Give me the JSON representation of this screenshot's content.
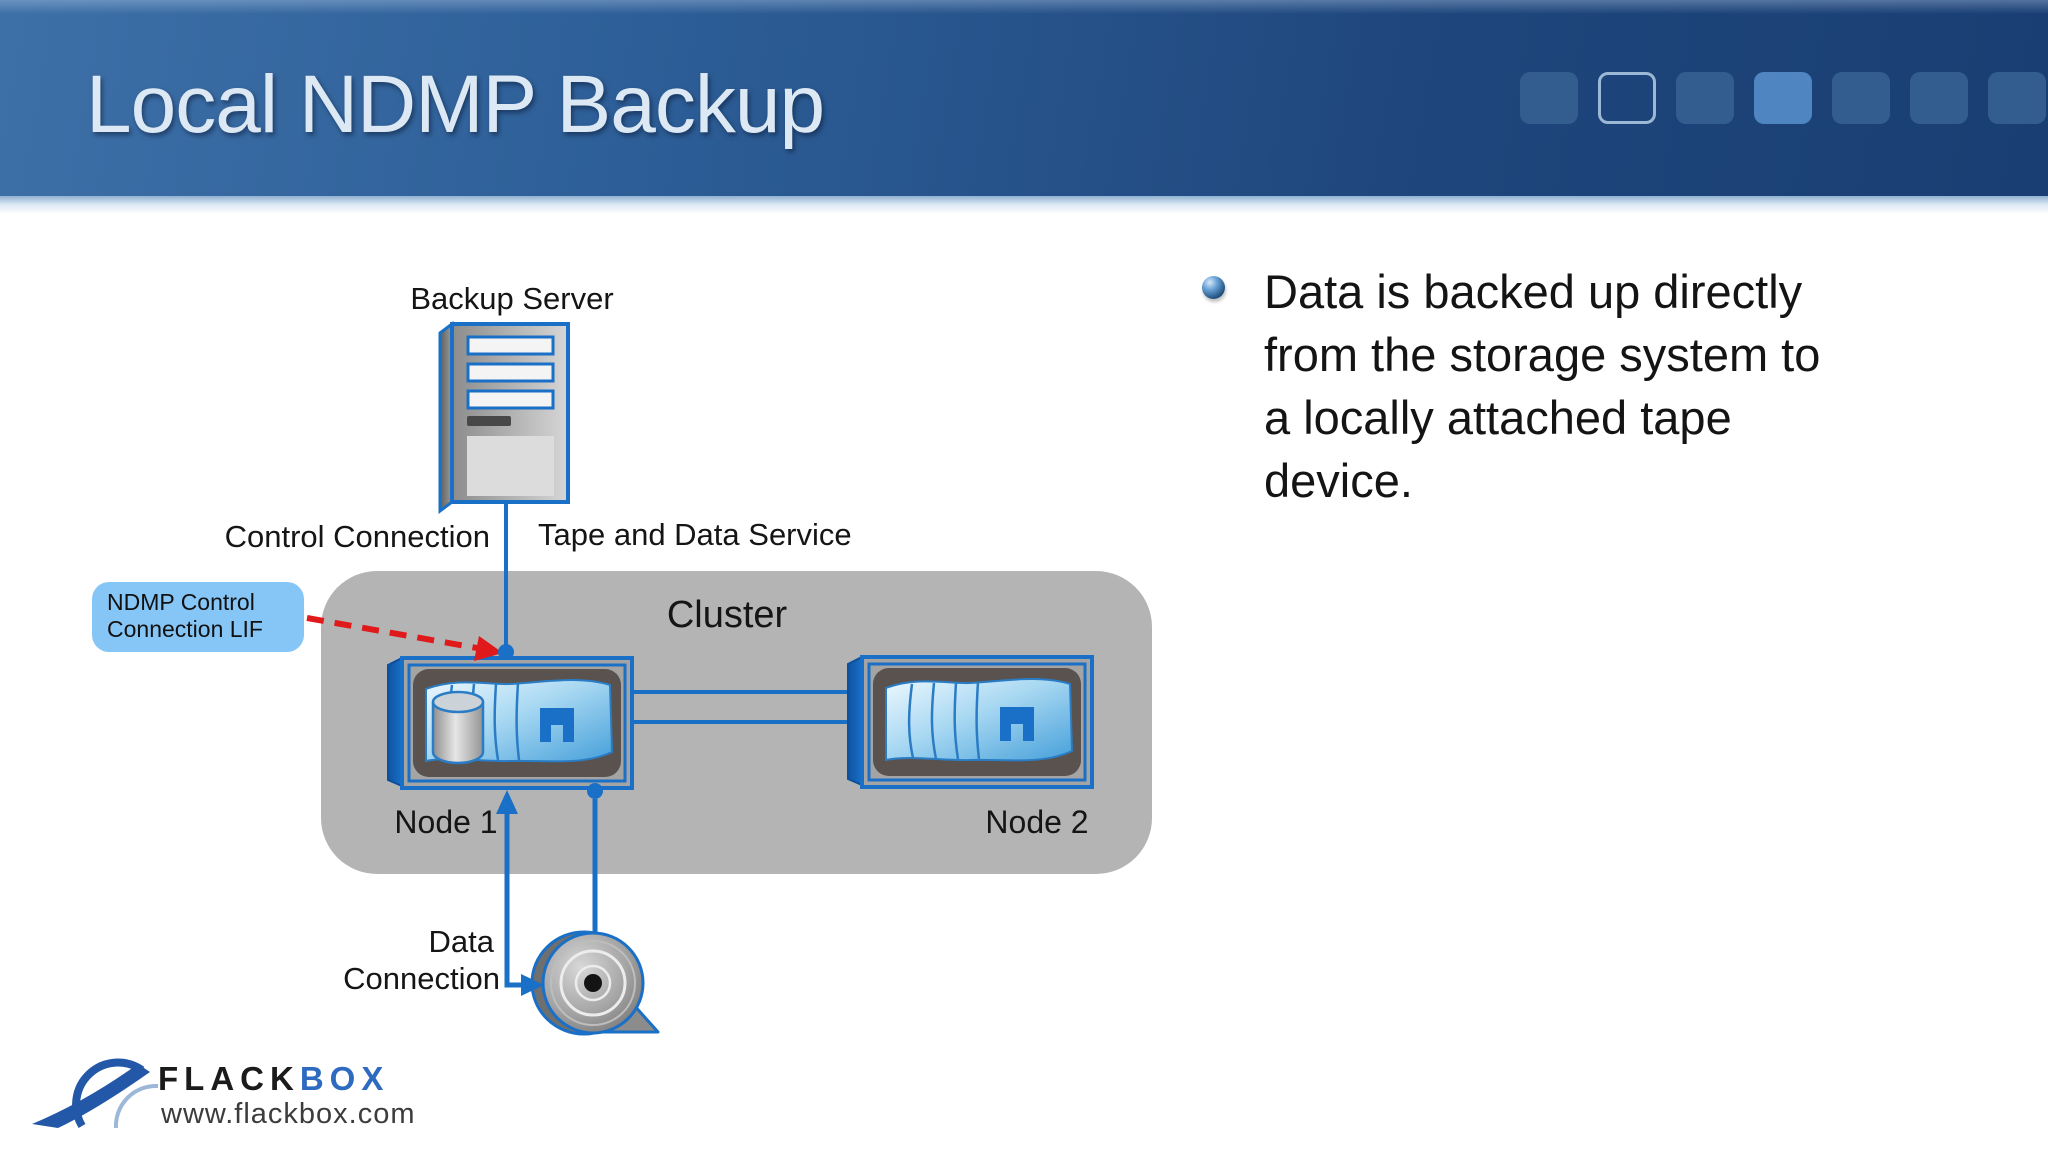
{
  "header": {
    "title": "Local NDMP Backup"
  },
  "diagram": {
    "backup_server": "Backup Server",
    "control_connection": "Control Connection",
    "tape_and_data_service": "Tape and Data Service",
    "cluster": "Cluster",
    "node1": "Node 1",
    "node2": "Node 2",
    "data_connection_line1": "Data",
    "data_connection_line2": "Connection",
    "callout_line1": "NDMP Control",
    "callout_line2": "Connection LIF"
  },
  "bullet": {
    "lines": [
      "Data is backed up directly",
      "from the storage system to",
      "a locally attached tape",
      "device."
    ]
  },
  "footer": {
    "brand_primary": "FLACK",
    "brand_secondary": "BOX",
    "url": "www.flackbox.com"
  },
  "colors": {
    "accent_blue": "#1a6fc7",
    "header_dark": "#193e73",
    "header_light": "#3e70a8",
    "callout_fill": "#85c6f6",
    "cluster_gray": "#b4b4b4",
    "alert_red": "#e0191b"
  }
}
